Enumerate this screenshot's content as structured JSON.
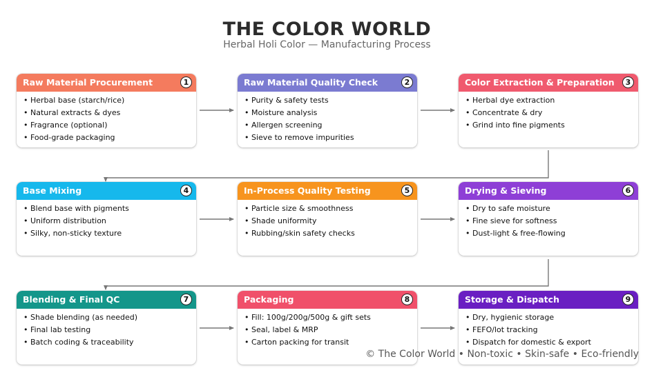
{
  "header": {
    "title": "THE COLOR WORLD",
    "subtitle": "Herbal Holi Color — Manufacturing Process"
  },
  "steps": [
    {
      "num": "1",
      "title": "Raw Material Procurement",
      "color": "#f47b5e",
      "items": [
        "Herbal base (starch/rice)",
        "Natural extracts & dyes",
        "Fragrance (optional)",
        "Food-grade packaging"
      ]
    },
    {
      "num": "2",
      "title": "Raw Material Quality Check",
      "color": "#7b7bd1",
      "items": [
        "Purity & safety tests",
        "Moisture analysis",
        "Allergen screening",
        "Sieve to remove impurities"
      ]
    },
    {
      "num": "3",
      "title": "Color Extraction & Preparation",
      "color": "#f05a6e",
      "items": [
        "Herbal dye extraction",
        "Concentrate & dry",
        "Grind into fine pigments"
      ]
    },
    {
      "num": "4",
      "title": "Base Mixing",
      "color": "#16b8ec",
      "items": [
        "Blend base with pigments",
        "Uniform distribution",
        "Silky, non-sticky texture"
      ]
    },
    {
      "num": "5",
      "title": "In-Process Quality Testing",
      "color": "#f7941e",
      "items": [
        "Particle size & smoothness",
        "Shade uniformity",
        "Rubbing/skin safety checks"
      ]
    },
    {
      "num": "6",
      "title": "Drying & Sieving",
      "color": "#8e3fd6",
      "items": [
        "Dry to safe moisture",
        "Fine sieve for softness",
        "Dust-light & free-flowing"
      ]
    },
    {
      "num": "7",
      "title": "Blending & Final QC",
      "color": "#14968a",
      "items": [
        "Shade blending (as needed)",
        "Final lab testing",
        "Batch coding & traceability"
      ]
    },
    {
      "num": "8",
      "title": "Packaging",
      "color": "#f0506a",
      "items": [
        "Fill: 100g/200g/500g & gift sets",
        "Seal, label & MRP",
        "Carton packing for transit"
      ]
    },
    {
      "num": "9",
      "title": "Storage & Dispatch",
      "color": "#6a1fc2",
      "items": [
        "Dry, hygienic storage",
        "FEFO/lot tracking",
        "Dispatch for domestic & export"
      ]
    }
  ],
  "footer": "© The Color World • Non-toxic • Skin-safe • Eco-friendly"
}
